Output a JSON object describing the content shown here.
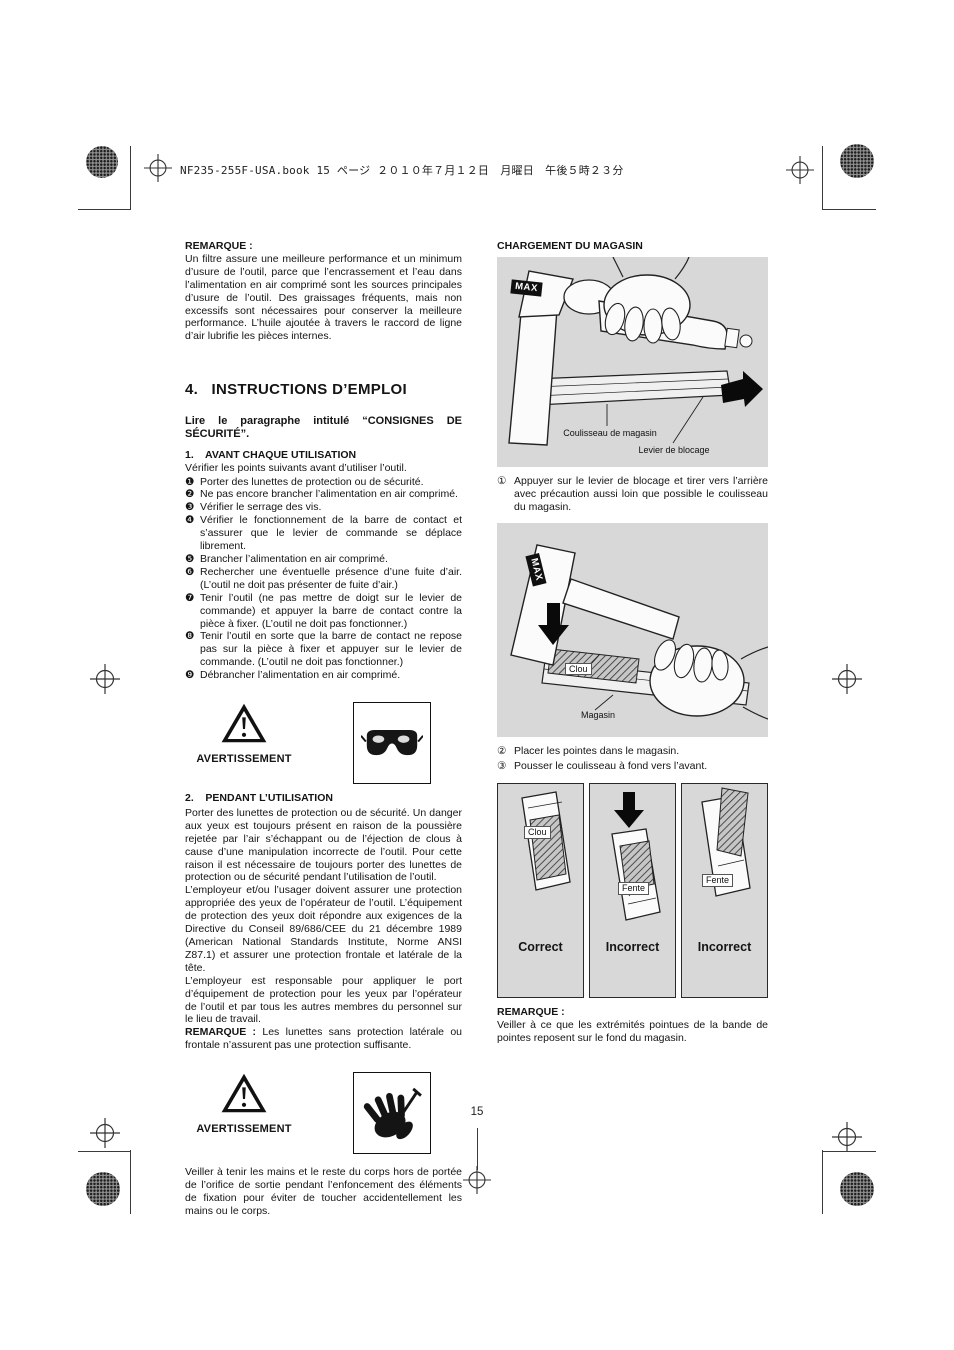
{
  "page": {
    "header": "NF235-255F-USA.book  15 ページ  ２０１０年７月１２日　月曜日　午後５時２３分",
    "page_number": "15"
  },
  "left_column": {
    "remarque": {
      "label": "REMARQUE :",
      "text": "Un filtre assure une meilleure performance et un minimum d’usure de l’outil, parce que l’encrassement et l’eau dans l’alimentation en air comprimé sont les sources principales d’usure de l’outil. Des graissages fréquents, mais non excessifs sont nécessaires pour conserver la meilleure performance. L’huile ajoutée à travers le raccord de ligne d’air lubrifie les pièces internes."
    },
    "section_title": "4.   INSTRUCTIONS D’EMPLOI",
    "intro": "Lire le paragraphe intitulé “CONSIGNES DE SÉCURITÉ”.",
    "sub1_heading": "1.    AVANT CHAQUE UTILISATION",
    "sub1_lead": "Vérifier les points suivants avant d’utiliser l’outil.",
    "checklist": [
      {
        "num": "❶",
        "text": "Porter des lunettes de protection ou de sécurité."
      },
      {
        "num": "❷",
        "text": "Ne pas encore brancher l’alimentation en air comprimé."
      },
      {
        "num": "❸",
        "text": "Vérifier le serrage des vis."
      },
      {
        "num": "❹",
        "text": "Vérifier le fonctionnement de la barre de contact et s’assurer que le levier de commande se déplace librement."
      },
      {
        "num": "❺",
        "text": "Brancher l’alimentation en air comprimé."
      },
      {
        "num": "❻",
        "text": "Rechercher une éventuelle présence d’une fuite d’air. (L’outil ne doit pas présenter de fuite d’air.)"
      },
      {
        "num": "❼",
        "text": "Tenir l’outil (ne pas mettre de doigt sur le levier de commande) et appuyer la barre de contact contre la pièce à fixer. (L’outil ne doit pas fonctionner.)"
      },
      {
        "num": "❽",
        "text": "Tenir l’outil en sorte que la barre de contact ne repose pas sur la pièce à fixer et appuyer sur le levier de commande. (L’outil ne doit pas fonctionner.)"
      },
      {
        "num": "❾",
        "text": "Débrancher l’alimentation en air comprimé."
      }
    ],
    "warning_label": "AVERTISSEMENT",
    "sub2_heading": "2.    PENDANT L’UTILISATION",
    "sub2_text": "Porter des lunettes de protection ou de sécurité. Un danger aux yeux est toujours présent en raison de la poussière rejetée par l’air s’échappant ou de l’éjection de clous à cause d’une manipulation incorrecte de l’outil. Pour cette raison il est nécessaire de toujours porter des lunettes de protection ou de sécurité pendant l’utilisation de l’outil.\nL’employeur et/ou l’usager doivent assurer une protection appropriée des yeux de l’opérateur de l’outil. L’équipement de protection des yeux doit répondre aux exigences de la Directive du Conseil 89/686/CEE du 21 décembre 1989 (American National Standards Institute, Norme ANSI Z87.1) et assurer une protection frontale et latérale de la tête.\nL’employeur est responsable pour appliquer le port d’équipement de protection pour les yeux par l’opérateur de l’outil et par tous les autres membres du personnel sur le lieu de travail.",
    "sub2_note_label": "REMARQUE :",
    "sub2_note_text": "Les lunettes sans protection latérale ou frontale n’assurent pas une protection suffisante.",
    "warning2_label": "AVERTISSEMENT",
    "closing_text": "Veiller à tenir les mains et le reste du corps hors de portée de l’orifice de sortie pendant l’enfoncement des éléments de fixation pour éviter de toucher accidentellement les mains ou le corps."
  },
  "right_column": {
    "heading": "CHARGEMENT DU MAGASIN",
    "figure1": {
      "brand": "MAX",
      "label_slide": "Coulisseau de magasin",
      "label_lever": "Levier de blocage"
    },
    "steps": [
      {
        "num": "①",
        "text": "Appuyer sur le levier de blocage et tirer vers l’arrière avec précaution aussi loin que possible le coulisseau du magasin."
      },
      {
        "num": "②",
        "text": "Placer les pointes dans le magasin."
      },
      {
        "num": "③",
        "text": "Pousser le coulisseau à fond vers l’avant."
      }
    ],
    "figure2": {
      "brand": "MAX",
      "label_nail": "Clou",
      "label_magazine": "Magasin"
    },
    "figure3": {
      "label_nail": "Clou",
      "label_slot_mid": "Fente",
      "label_slot_right": "Fente",
      "captions": [
        "Correct",
        "Incorrect",
        "Incorrect"
      ]
    },
    "remarque": {
      "label": "REMARQUE :",
      "text": "Veiller à ce que les extrémités pointues de la bande de pointes reposent sur le fond du magasin."
    }
  }
}
